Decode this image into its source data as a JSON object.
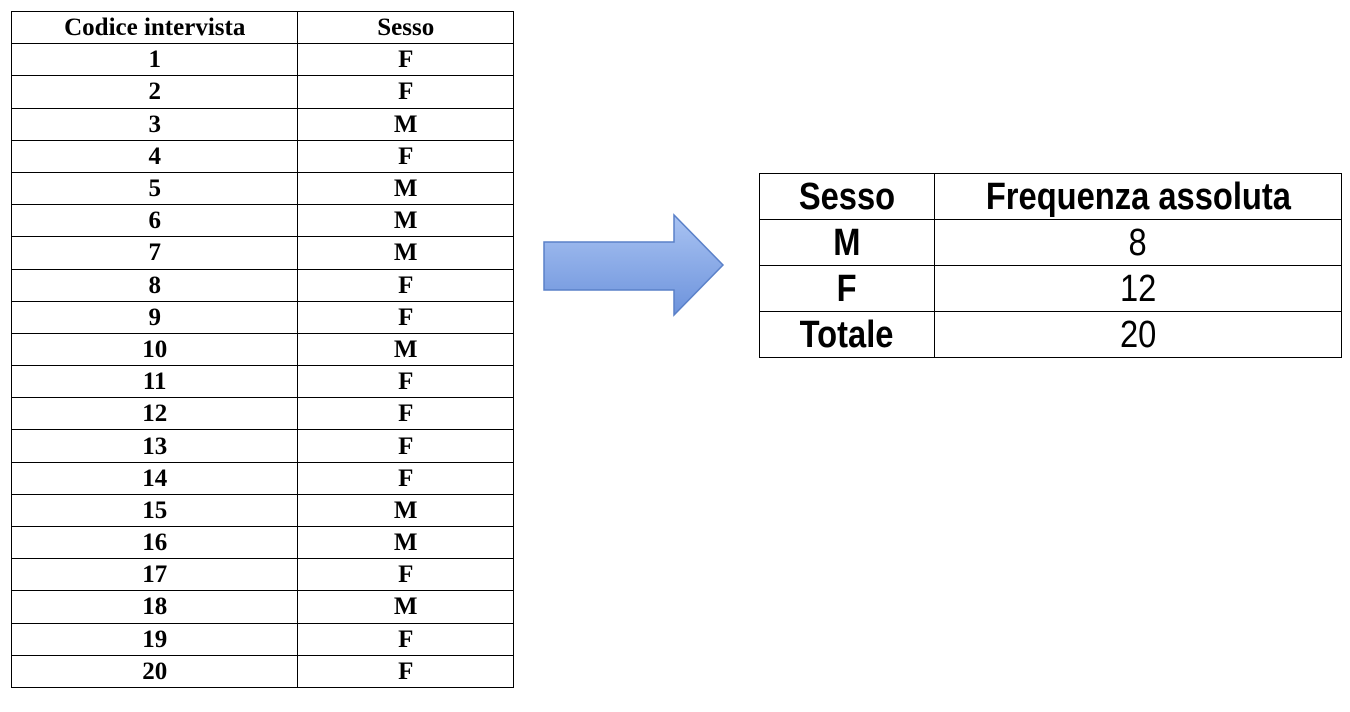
{
  "raw_table": {
    "headers": {
      "code": "Codice intervista",
      "sex": "Sesso"
    },
    "rows": [
      {
        "code": "1",
        "sex": "F"
      },
      {
        "code": "2",
        "sex": "F"
      },
      {
        "code": "3",
        "sex": "M"
      },
      {
        "code": "4",
        "sex": "F"
      },
      {
        "code": "5",
        "sex": "M"
      },
      {
        "code": "6",
        "sex": "M"
      },
      {
        "code": "7",
        "sex": "M"
      },
      {
        "code": "8",
        "sex": "F"
      },
      {
        "code": "9",
        "sex": "F"
      },
      {
        "code": "10",
        "sex": "M"
      },
      {
        "code": "11",
        "sex": "F"
      },
      {
        "code": "12",
        "sex": "F"
      },
      {
        "code": "13",
        "sex": "F"
      },
      {
        "code": "14",
        "sex": "F"
      },
      {
        "code": "15",
        "sex": "M"
      },
      {
        "code": "16",
        "sex": "M"
      },
      {
        "code": "17",
        "sex": "F"
      },
      {
        "code": "18",
        "sex": "M"
      },
      {
        "code": "19",
        "sex": "F"
      },
      {
        "code": "20",
        "sex": "F"
      }
    ]
  },
  "freq_table": {
    "headers": {
      "sex": "Sesso",
      "freq": "Frequenza assoluta"
    },
    "rows": [
      {
        "label": "M",
        "value": "8"
      },
      {
        "label": "F",
        "value": "12"
      },
      {
        "label": "Totale",
        "value": "20"
      }
    ]
  },
  "arrow": {
    "icon": "right-arrow-icon",
    "fill_top": "#a9c3f2",
    "fill_bottom": "#6d93dc",
    "stroke": "#5a80c8"
  }
}
